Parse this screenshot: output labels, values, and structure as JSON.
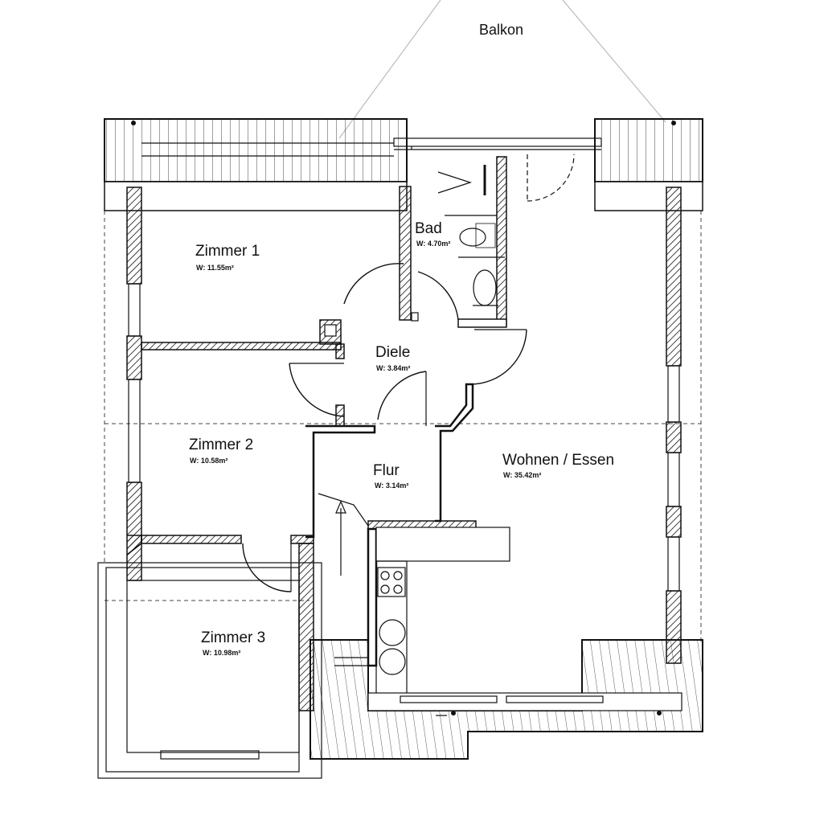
{
  "balcony": {
    "label": "Balkon"
  },
  "rooms": [
    {
      "name": "Zimmer 1",
      "area": "W:  11.55m²"
    },
    {
      "name": "Bad",
      "area": "W:  4.70m²"
    },
    {
      "name": "Diele",
      "area": "W:  3.84m²"
    },
    {
      "name": "Zimmer 2",
      "area": "W:  10.58m²"
    },
    {
      "name": "Flur",
      "area": "W:  3.14m²"
    },
    {
      "name": "Wohnen / Essen",
      "area": "W:  35.42m²"
    },
    {
      "name": "Zimmer 3",
      "area": "W:  10.98m²"
    }
  ]
}
